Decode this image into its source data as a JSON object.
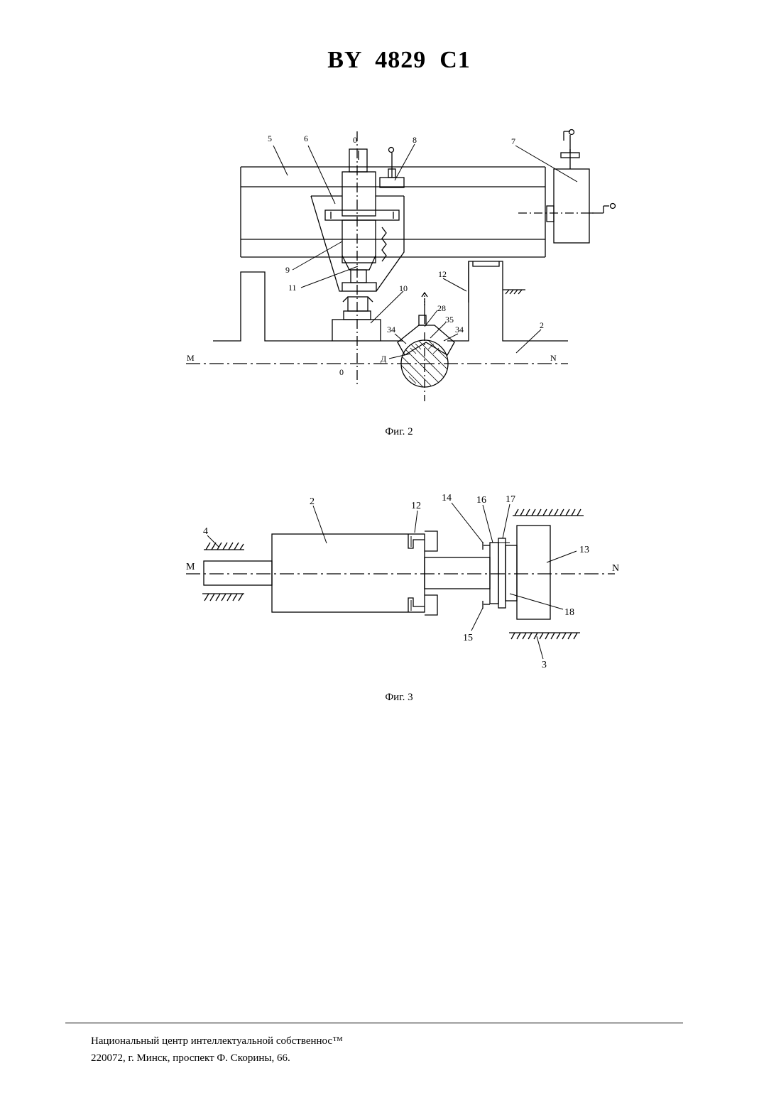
{
  "header": {
    "title": "BY  4829  C1"
  },
  "figure2": {
    "caption": "Фиг. 2",
    "labels": {
      "l5": "5",
      "l6": "6",
      "l0top": "0",
      "l8": "8",
      "l7": "7",
      "l9": "9",
      "l11": "11",
      "l10": "10",
      "l12": "12",
      "l28": "28",
      "l35": "35",
      "l34a": "34",
      "l34b": "34",
      "l2": "2",
      "lM": "M",
      "lN": "N",
      "lD": "Д",
      "l0bottom": "0"
    }
  },
  "figure3": {
    "caption": "Фиг. 3",
    "labels": {
      "l2": "2",
      "l12": "12",
      "l14": "14",
      "l16": "16",
      "l17": "17",
      "l4": "4",
      "l13": "13",
      "lM": "M",
      "lN": "N",
      "l18": "18",
      "l15": "15",
      "l3": "3"
    }
  },
  "footer": {
    "line1": "Национальный центр интеллектуальной собственнос™",
    "line2": "220072, г. Минск, проспект Ф. Скорины, 66."
  }
}
